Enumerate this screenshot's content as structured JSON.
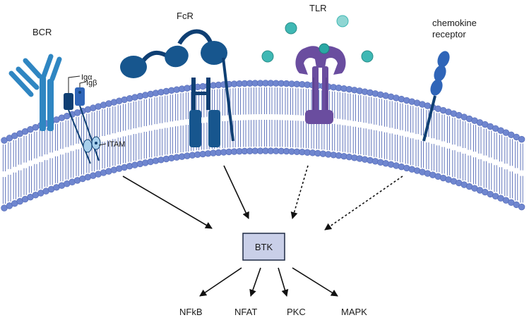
{
  "receptors": {
    "bcr": "BCR",
    "igalpha": "Igα",
    "igbeta": "Igβ",
    "itam": "ITAM",
    "fcr": "FcR",
    "tlr": "TLR",
    "chemokine_line1": "chemokine",
    "chemokine_line2": "receptor"
  },
  "center": {
    "label": "BTK"
  },
  "outputs": [
    "NFkB",
    "NFAT",
    "PKC",
    "MAPK"
  ],
  "colors": {
    "membrane": "#6f86cf",
    "membrane_dark": "#5268b5",
    "bcr_blue": "#2f86c2",
    "navy": "#0f3f73",
    "fcr_blue": "#17568e",
    "tlr_purple": "#6a4d9f",
    "ligand_teal": "#3fb8b4",
    "chemokine_blue": "#2f65b8",
    "btk_fill": "#c9cfe8",
    "btk_stroke": "#1f2a44"
  }
}
